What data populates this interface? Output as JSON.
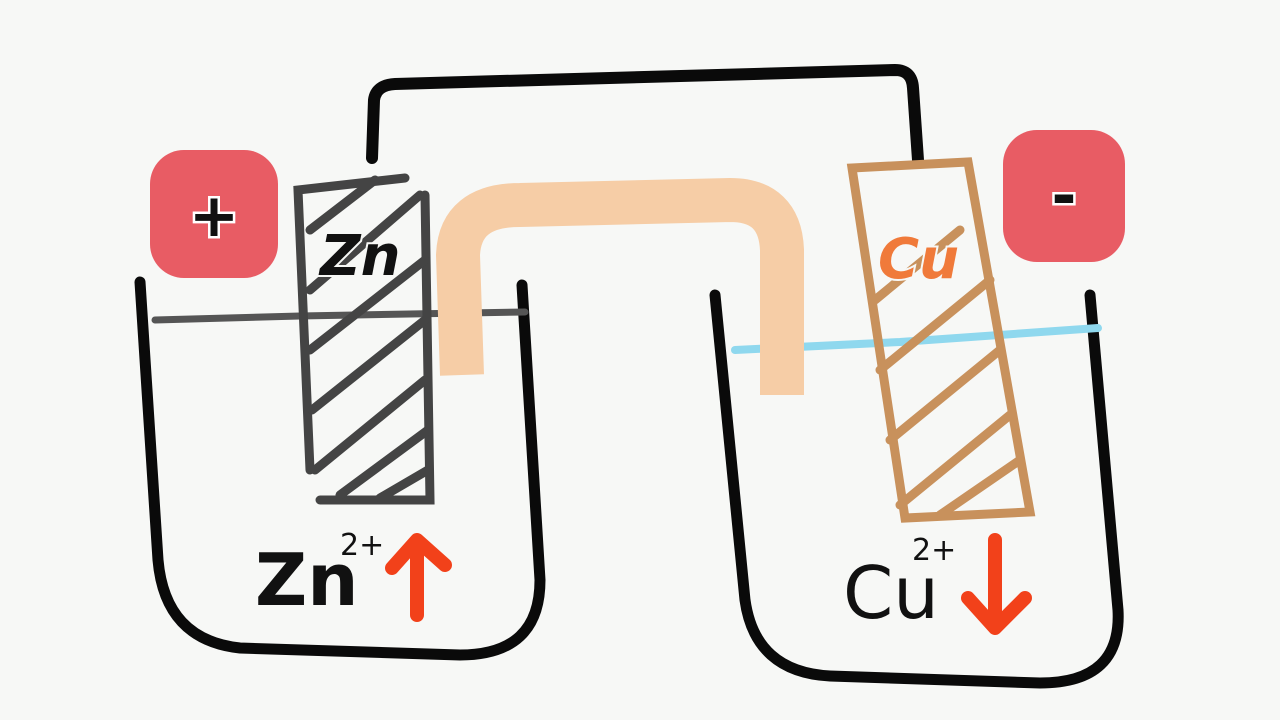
{
  "title": "Galvanic cell (Zn / Cu)",
  "colors": {
    "background": "#f7f8f6",
    "wire": "#0a0a0a",
    "badge": "#e85c64",
    "zinc": "#444444",
    "copper": "#c8915c",
    "copper_label": "#f07a3a",
    "salt_bridge": "#f6cda6",
    "left_solution": "#555555",
    "right_solution": "#8fd8ee",
    "arrow": "#f2411a"
  },
  "badges": {
    "left": "+",
    "right": "-"
  },
  "electrodes": {
    "left": "Zn",
    "right": "Cu"
  },
  "ions": {
    "left": {
      "symbol": "Zn",
      "charge": "2+",
      "direction": "up"
    },
    "right": {
      "symbol": "Cu",
      "charge": "2+",
      "direction": "down"
    }
  }
}
